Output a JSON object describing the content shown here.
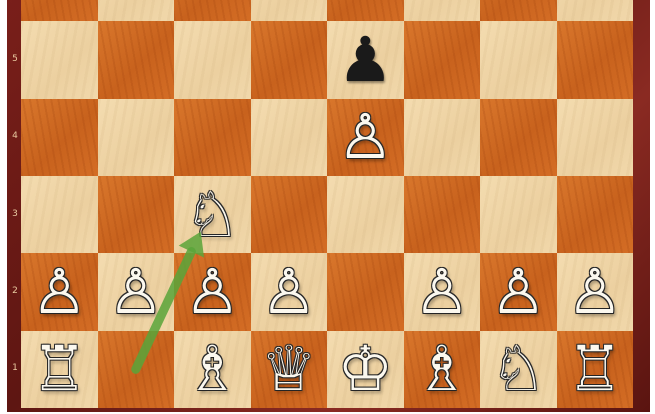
{
  "board": {
    "rank_labels": [
      "5",
      "4",
      "3",
      "2",
      "1"
    ],
    "colors": {
      "light_square": "#f1d8ab",
      "dark_square": "#d06a22",
      "frame": "#6a1a15",
      "arrow": "#5aa53a"
    },
    "pieces": [
      {
        "square": "e5",
        "color": "black",
        "type": "pawn",
        "glyph": "♟"
      },
      {
        "square": "e4",
        "color": "white",
        "type": "pawn",
        "glyph": "♙"
      },
      {
        "square": "c3",
        "color": "white",
        "type": "knight",
        "glyph": "♘"
      },
      {
        "square": "a2",
        "color": "white",
        "type": "pawn",
        "glyph": "♙"
      },
      {
        "square": "b2",
        "color": "white",
        "type": "pawn",
        "glyph": "♙"
      },
      {
        "square": "c2",
        "color": "white",
        "type": "pawn",
        "glyph": "♙"
      },
      {
        "square": "d2",
        "color": "white",
        "type": "pawn",
        "glyph": "♙"
      },
      {
        "square": "f2",
        "color": "white",
        "type": "pawn",
        "glyph": "♙"
      },
      {
        "square": "g2",
        "color": "white",
        "type": "pawn",
        "glyph": "♙"
      },
      {
        "square": "h2",
        "color": "white",
        "type": "pawn",
        "glyph": "♙"
      },
      {
        "square": "a1",
        "color": "white",
        "type": "rook",
        "glyph": "♖"
      },
      {
        "square": "c1",
        "color": "white",
        "type": "bishop",
        "glyph": "♗"
      },
      {
        "square": "d1",
        "color": "white",
        "type": "queen",
        "glyph": "♕"
      },
      {
        "square": "e1",
        "color": "white",
        "type": "king",
        "glyph": "♔"
      },
      {
        "square": "f1",
        "color": "white",
        "type": "bishop",
        "glyph": "♗"
      },
      {
        "square": "g1",
        "color": "white",
        "type": "knight",
        "glyph": "♘"
      },
      {
        "square": "h1",
        "color": "white",
        "type": "rook",
        "glyph": "♖"
      }
    ],
    "move_arrow": {
      "from": "b1",
      "to": "c3"
    }
  }
}
